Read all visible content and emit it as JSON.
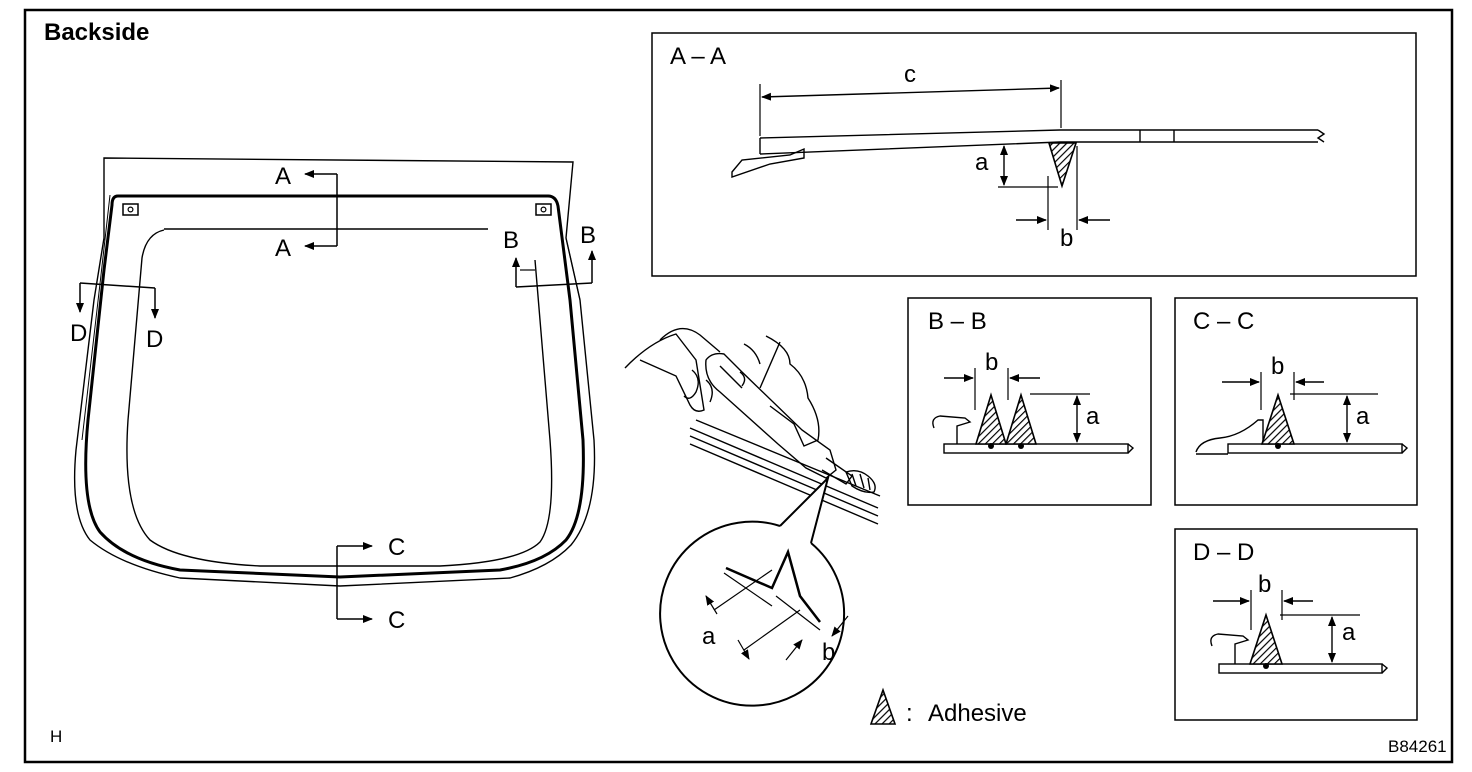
{
  "title": "Backside",
  "figure_code": "B84261",
  "corner_mark": "H",
  "legend": {
    "label": "Adhesive",
    "separator": ":"
  },
  "section_markers": {
    "a1": "A",
    "a2": "A",
    "b1": "B",
    "b2": "B",
    "c1": "C",
    "c2": "C",
    "d1": "D",
    "d2": "D"
  },
  "sections": [
    {
      "id": "aa",
      "title": "A – A",
      "dims": [
        "c",
        "a",
        "b"
      ]
    },
    {
      "id": "bb",
      "title": "B – B",
      "dims": [
        "b",
        "a"
      ]
    },
    {
      "id": "cc",
      "title": "C – C",
      "dims": [
        "b",
        "a"
      ]
    },
    {
      "id": "dd",
      "title": "D – D",
      "dims": [
        "b",
        "a"
      ]
    }
  ],
  "detail": {
    "dim_a": "a",
    "dim_b": "b"
  }
}
